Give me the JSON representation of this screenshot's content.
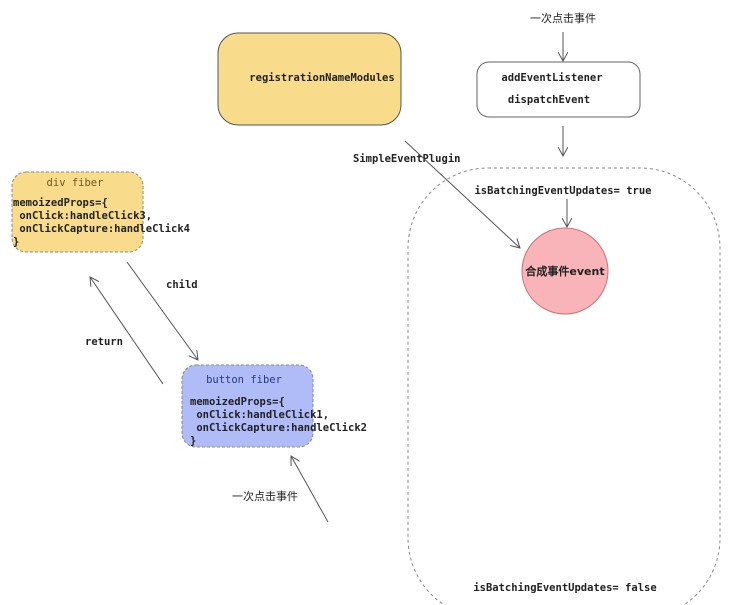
{
  "top_event_label": "一次点击事件",
  "registration_box": {
    "label": "registrationNameModules",
    "color": "#f8dc8c"
  },
  "dispatch_box": {
    "line1": "addEventListener",
    "line2": "dispatchEvent"
  },
  "simple_event_plugin_label": "SimpleEventPlugin",
  "batch_region": {
    "top_label": "isBatchingEventUpdates= true",
    "bottom_label": "isBatchingEventUpdates= false"
  },
  "synthetic_event": {
    "label": "合成事件event",
    "color": "#f8b4b8"
  },
  "div_fiber": {
    "title": "div fiber",
    "lines": [
      "memoizedProps={",
      " onClick:handleClick3,",
      " onClickCapture:handleClick4",
      "}"
    ],
    "color": "#f8dc8c"
  },
  "button_fiber": {
    "title": "button fiber",
    "lines": [
      "memoizedProps={",
      " onClick:handleClick1,",
      " onClickCapture:handleClick2",
      "}"
    ],
    "color": "#b0bcf8"
  },
  "child_label": "child",
  "return_label": "return",
  "bottom_event_label": "一次点击事件"
}
